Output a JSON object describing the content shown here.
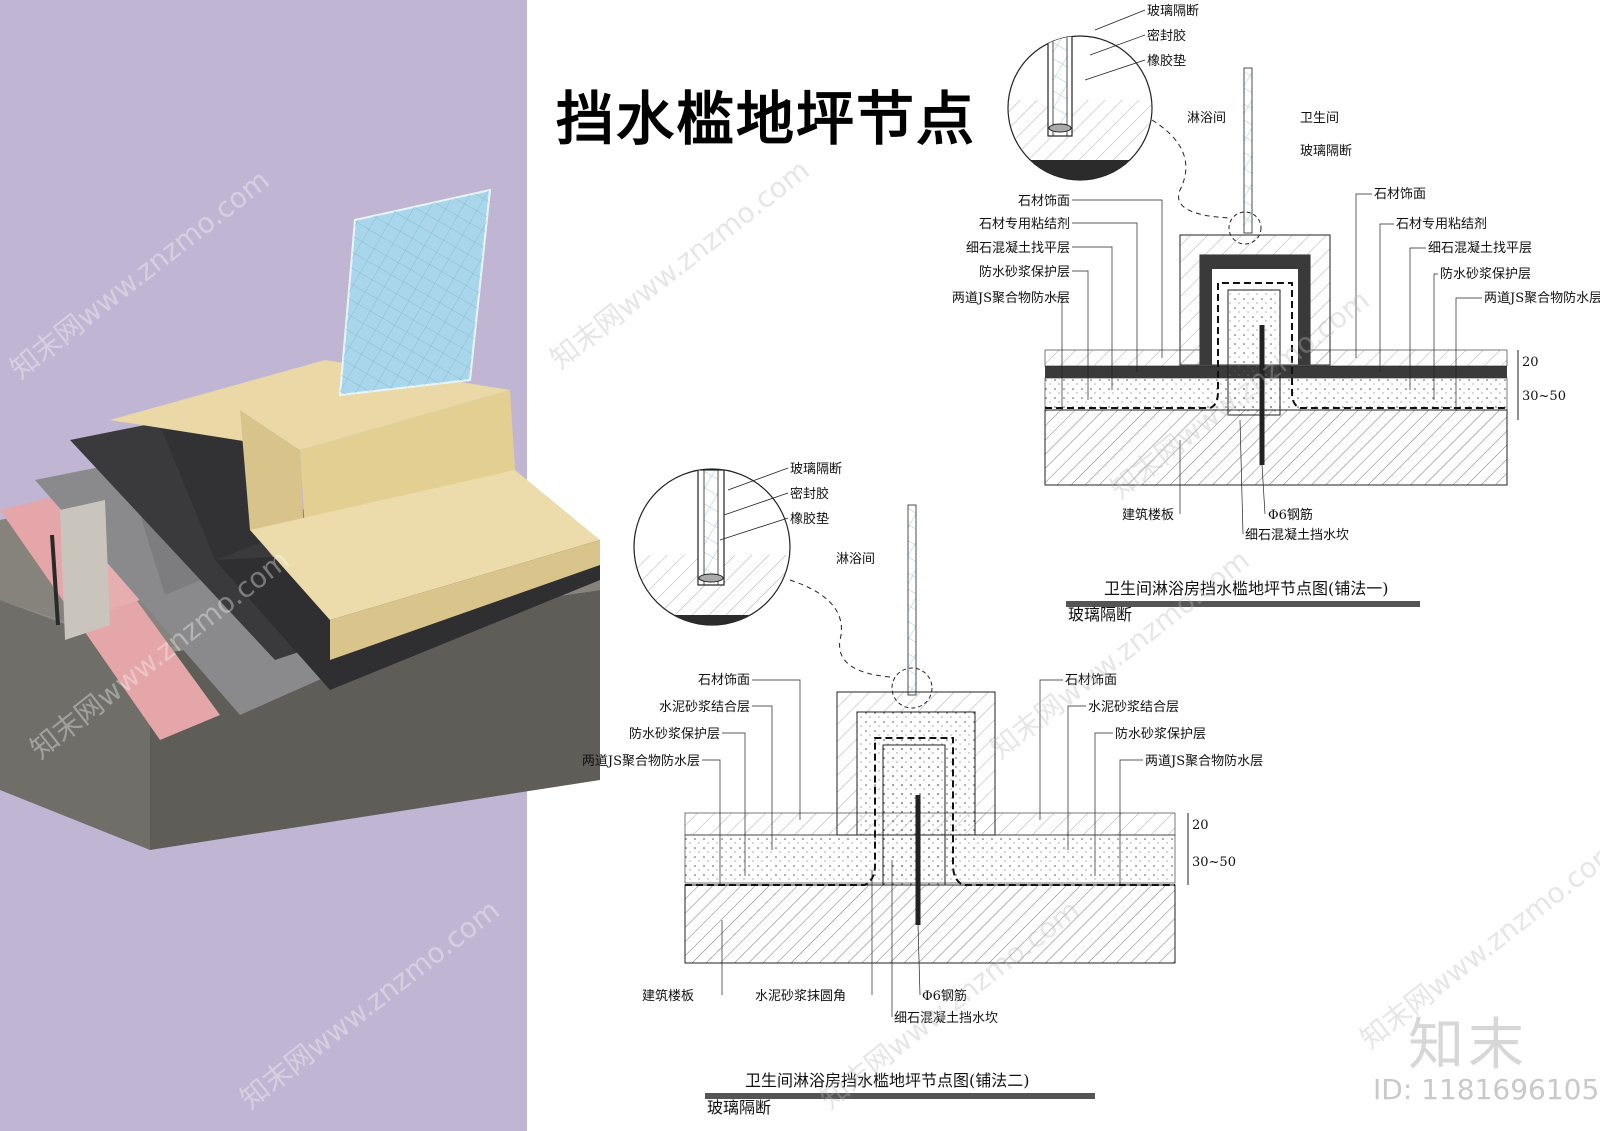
{
  "title": "挡水槛地坪节点",
  "diagram1": {
    "caption": "卫生间淋浴房挡水槛地坪节点图(铺法一)",
    "sub_caption": "玻璃隔断",
    "detail_labels": [
      "玻璃隔断",
      "密封胶",
      "橡胶垫"
    ],
    "room_left": "淋浴间",
    "room_right": "卫生间",
    "glass_label": "玻璃隔断",
    "left_labels": [
      "石材饰面",
      "石材专用粘结剂",
      "细石混凝土找平层",
      "防水砂浆保护层",
      "两道JS聚合物防水层"
    ],
    "right_labels": [
      "石材饰面",
      "石材专用粘结剂",
      "细石混凝土找平层",
      "防水砂浆保护层",
      "两道JS聚合物防水层"
    ],
    "bottom_labels": [
      "建筑楼板",
      "Φ6钢筋",
      "细石混凝土挡水坎"
    ],
    "dims": [
      "20",
      "30~50"
    ]
  },
  "diagram2": {
    "caption": "卫生间淋浴房挡水槛地坪节点图(铺法二)",
    "sub_caption": "玻璃隔断",
    "detail_labels": [
      "玻璃隔断",
      "密封胶",
      "橡胶垫"
    ],
    "room_left": "淋浴间",
    "left_labels": [
      "石材饰面",
      "水泥砂浆结合层",
      "防水砂浆保护层",
      "两道JS聚合物防水层"
    ],
    "right_labels": [
      "石材饰面",
      "水泥砂浆结合层",
      "防水砂浆保护层",
      "两道JS聚合物防水层"
    ],
    "bottom_labels": [
      "建筑楼板",
      "水泥砂浆抹圆角",
      "Φ6钢筋",
      "细石混凝土挡水坎"
    ],
    "dims": [
      "20",
      "30~50"
    ]
  },
  "watermark": "知末网www.znzmo.com",
  "logo": "知末",
  "id_text": "ID: 1181696105",
  "colors": {
    "left_panel": "#c0b6d3",
    "stone": "#e7d8a5",
    "waterproof_dark": "#3a3a3c",
    "mortar_grey": "#8a8a8c",
    "pink": "#e4a6a8",
    "glass": "#a9d6ea",
    "concrete": "#7b7a74"
  }
}
